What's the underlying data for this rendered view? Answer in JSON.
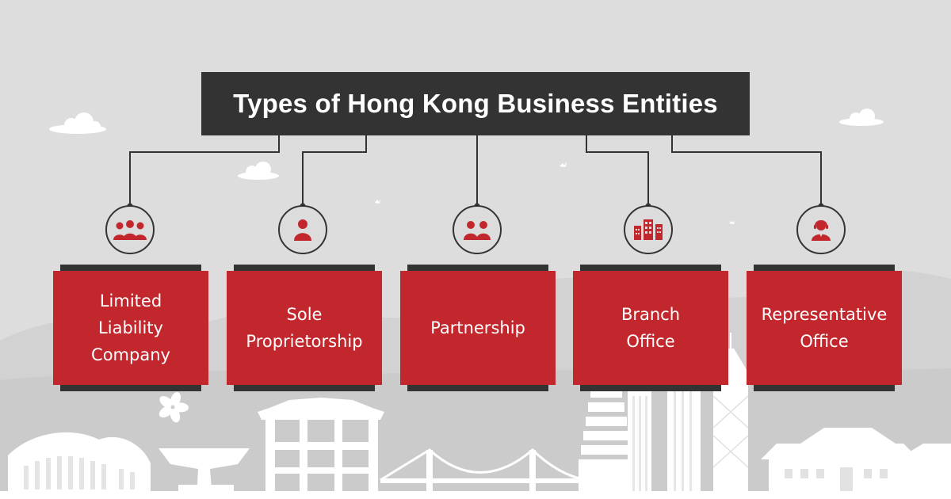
{
  "title": "Types of Hong Kong Business Entities",
  "entities": [
    {
      "label": "Limited\nLiability\nCompany",
      "icon": "group-of-three-people-icon"
    },
    {
      "label": "Sole\nProprietorship",
      "icon": "single-person-icon"
    },
    {
      "label": "Partnership",
      "icon": "two-people-icon"
    },
    {
      "label": "Branch\nOffice",
      "icon": "office-buildings-icon"
    },
    {
      "label": "Representative\nOffice",
      "icon": "person-with-headset-icon"
    }
  ],
  "colors": {
    "background": "#dddddd",
    "title_bg": "#333333",
    "card": "#c1272d",
    "card_edge": "#333333",
    "icon": "#c1272d",
    "skyline": "#ffffff"
  }
}
